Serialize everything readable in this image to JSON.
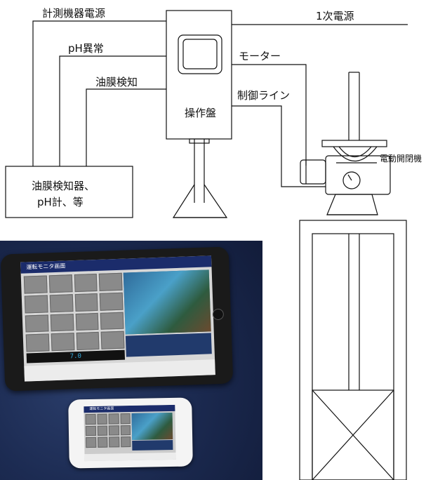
{
  "labels": {
    "instrument_power": "計測機器電源",
    "ph_abnormal": "pH異常",
    "oil_detect": "油膜検知",
    "primary_power": "1次電源",
    "motor": "モーター",
    "control_line": "制御ライン",
    "control_panel": "操作盤",
    "sensor_line1": "油膜検知器、",
    "sensor_line2": "pH計、等",
    "electric_valve": "電動開閉機"
  },
  "photo": {
    "tablet_screen_title": "運転モニタ画面",
    "phone_screen_title": "運転モニタ画面",
    "readout": "7.0"
  },
  "colors": {
    "line": "#111111",
    "photo_background": "#1c2b52",
    "screen_header": "#1b2c6b"
  }
}
